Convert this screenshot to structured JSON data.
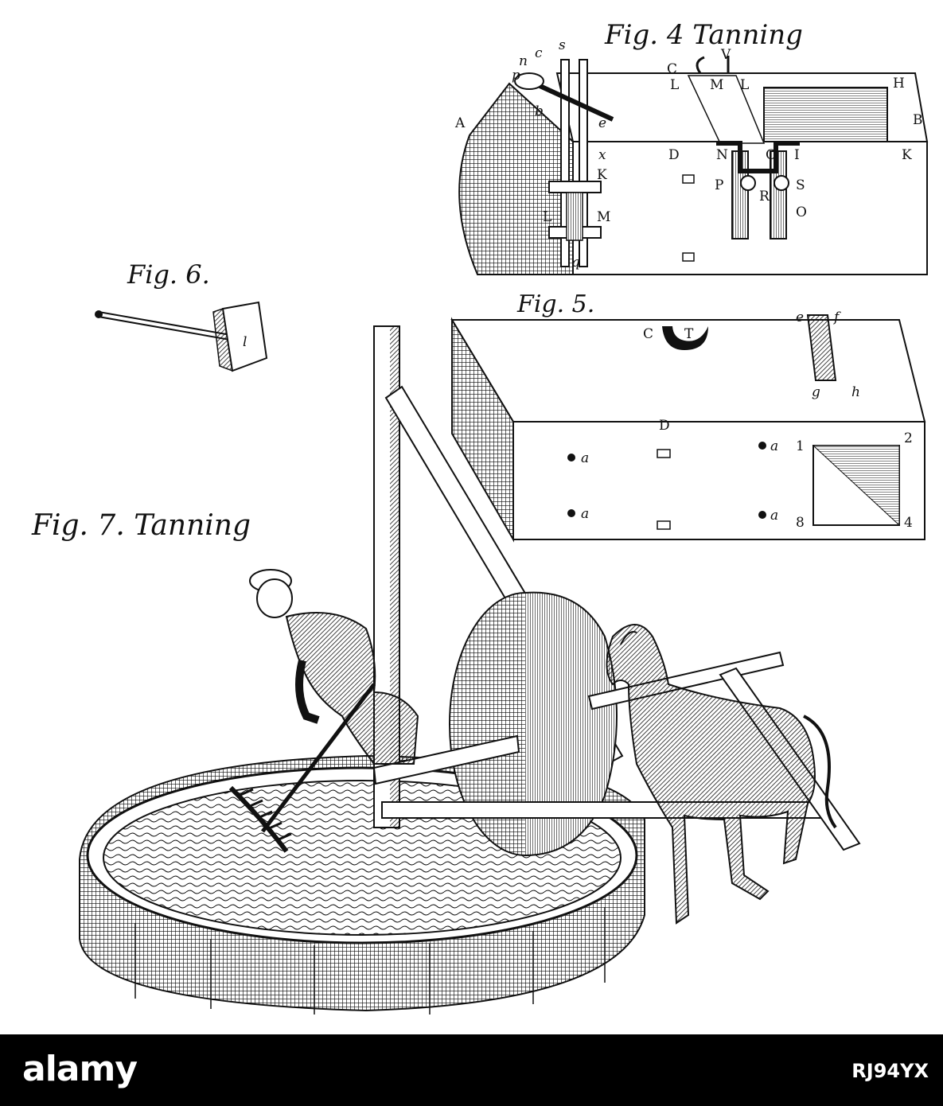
{
  "figures": {
    "fig4": {
      "caption": "Fig. 4 Tanning",
      "labels": [
        "n",
        "c",
        "s",
        "p",
        "A",
        "b",
        "e",
        "x",
        "K",
        "L",
        "M",
        "q",
        "C",
        "V",
        "L",
        "M",
        "L",
        "H",
        "B",
        "D",
        "N",
        "O",
        "I",
        "K",
        "P",
        "R",
        "S",
        "O"
      ]
    },
    "fig5": {
      "caption": "Fig. 5.",
      "labels": [
        "C",
        "T",
        "e",
        "f",
        "g",
        "h",
        "D",
        "a",
        "a",
        "a",
        "a",
        "1",
        "2",
        "8",
        "4"
      ]
    },
    "fig6": {
      "caption": "Fig. 6.",
      "labels": [
        "l"
      ]
    },
    "fig7": {
      "caption": "Fig. 7. Tanning"
    }
  },
  "footer": {
    "logo": "alamy",
    "image_id": "RJ94YX"
  },
  "colors": {
    "ink": "#111111",
    "paper": "#ffffff",
    "banner": "#000000"
  }
}
